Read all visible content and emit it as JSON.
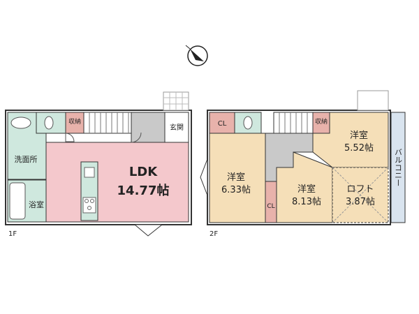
{
  "compass": {
    "icon": "north-arrow-icon"
  },
  "floor1": {
    "label": "1F",
    "storage": "収納",
    "entrance": "玄関",
    "washroom": "洗面所",
    "bath": "浴室",
    "ldk": {
      "name": "LDK",
      "size": "14.77帖"
    }
  },
  "floor2": {
    "label": "2F",
    "closet_a": "CL",
    "closet_b": "CL",
    "storage": "収納",
    "room_left": {
      "name": "洋室",
      "size": "6.33帖"
    },
    "room_center": {
      "name": "洋室",
      "size": "8.13帖"
    },
    "room_right": {
      "name": "洋室",
      "size": "5.52帖"
    },
    "loft": {
      "name": "ロフト",
      "size": "3.87帖"
    },
    "balcony": "バルコニー"
  },
  "colors": {
    "ldk": "#f4c8cc",
    "wet_area": "#cfe8de",
    "bedroom": "#f5dfb8",
    "closet": "#e8b2ab",
    "hall": "#c9c9c9",
    "balcony": "#d9e4ef",
    "wall": "#333333"
  }
}
